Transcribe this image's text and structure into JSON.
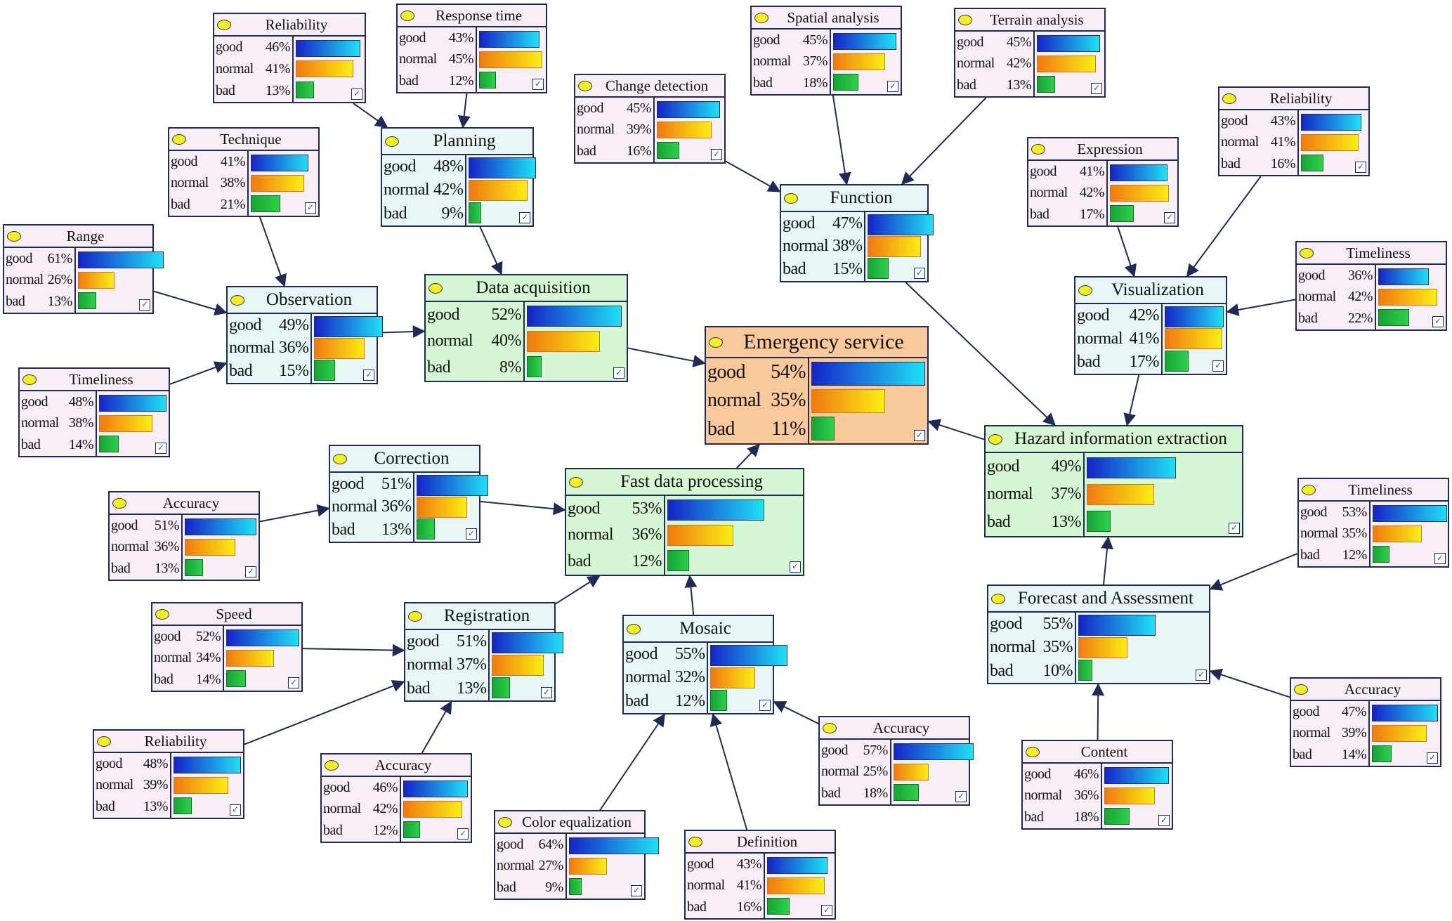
{
  "diagram": {
    "type": "bayesian-network",
    "state_labels": [
      "good",
      "normal",
      "bad"
    ],
    "colors": {
      "edge": "#1f2a55",
      "good_bar": "#1a6fe0",
      "normal_bar": "#f5b414",
      "bad_bar": "#20b83c",
      "root_fill": "#f9c89b",
      "level2_fill": "#d6f7d3",
      "level1_fill": "#e8f6f6",
      "leaf_fill": "#f8eef6"
    },
    "nodes": [
      {
        "id": "reliability-a",
        "title": "Reliability",
        "level": "leaf",
        "good": "46%",
        "normal": "41%",
        "bad": "13%",
        "p": [
          46,
          41,
          13
        ]
      },
      {
        "id": "response-time",
        "title": "Response time",
        "level": "leaf",
        "good": "43%",
        "normal": "45%",
        "bad": "12%",
        "p": [
          43,
          45,
          12
        ]
      },
      {
        "id": "technique",
        "title": "Technique",
        "level": "leaf",
        "good": "41%",
        "normal": "38%",
        "bad": "21%",
        "p": [
          41,
          38,
          21
        ]
      },
      {
        "id": "planning",
        "title": "Planning",
        "level": "level1",
        "good": "48%",
        "normal": "42%",
        "bad": "9%",
        "p": [
          48,
          42,
          9
        ]
      },
      {
        "id": "range",
        "title": "Range",
        "level": "leaf",
        "good": "61%",
        "normal": "26%",
        "bad": "13%",
        "p": [
          61,
          26,
          13
        ]
      },
      {
        "id": "observation",
        "title": "Observation",
        "level": "level1",
        "good": "49%",
        "normal": "36%",
        "bad": "15%",
        "p": [
          49,
          36,
          15
        ]
      },
      {
        "id": "timeliness-a",
        "title": "Timeliness",
        "level": "leaf",
        "good": "48%",
        "normal": "38%",
        "bad": "14%",
        "p": [
          48,
          38,
          14
        ]
      },
      {
        "id": "data-acquisition",
        "title": "Data acquisition",
        "level": "level2",
        "good": "52%",
        "normal": "40%",
        "bad": "8%",
        "p": [
          52,
          40,
          8
        ]
      },
      {
        "id": "change-detection",
        "title": "Change detection",
        "level": "leaf",
        "good": "45%",
        "normal": "39%",
        "bad": "16%",
        "p": [
          45,
          39,
          16
        ]
      },
      {
        "id": "spatial-analysis",
        "title": "Spatial analysis",
        "level": "leaf",
        "good": "45%",
        "normal": "37%",
        "bad": "18%",
        "p": [
          45,
          37,
          18
        ]
      },
      {
        "id": "terrain-analysis",
        "title": "Terrain analysis",
        "level": "leaf",
        "good": "45%",
        "normal": "42%",
        "bad": "13%",
        "p": [
          45,
          42,
          13
        ]
      },
      {
        "id": "function",
        "title": "Function",
        "level": "level1",
        "good": "47%",
        "normal": "38%",
        "bad": "15%",
        "p": [
          47,
          38,
          15
        ]
      },
      {
        "id": "expression",
        "title": "Expression",
        "level": "leaf",
        "good": "41%",
        "normal": "42%",
        "bad": "17%",
        "p": [
          41,
          42,
          17
        ]
      },
      {
        "id": "reliability-b",
        "title": "Reliability",
        "level": "leaf",
        "good": "43%",
        "normal": "41%",
        "bad": "16%",
        "p": [
          43,
          41,
          16
        ]
      },
      {
        "id": "timeliness-b",
        "title": "Timeliness",
        "level": "leaf",
        "good": "36%",
        "normal": "42%",
        "bad": "22%",
        "p": [
          36,
          42,
          22
        ]
      },
      {
        "id": "visualization",
        "title": "Visualization",
        "level": "level1",
        "good": "42%",
        "normal": "41%",
        "bad": "17%",
        "p": [
          42,
          41,
          17
        ]
      },
      {
        "id": "emergency-service",
        "title": "Emergency service",
        "level": "root",
        "good": "54%",
        "normal": "35%",
        "bad": "11%",
        "p": [
          54,
          35,
          11
        ]
      },
      {
        "id": "hazard-information-extraction",
        "title": "Hazard information extraction",
        "level": "level2",
        "good": "49%",
        "normal": "37%",
        "bad": "13%",
        "p": [
          49,
          37,
          13
        ]
      },
      {
        "id": "correction",
        "title": "Correction",
        "level": "level1",
        "good": "51%",
        "normal": "36%",
        "bad": "13%",
        "p": [
          51,
          36,
          13
        ]
      },
      {
        "id": "accuracy-a",
        "title": "Accuracy",
        "level": "leaf",
        "good": "51%",
        "normal": "36%",
        "bad": "13%",
        "p": [
          51,
          36,
          13
        ]
      },
      {
        "id": "fast-data-processing",
        "title": "Fast data processing",
        "level": "level2",
        "good": "53%",
        "normal": "36%",
        "bad": "12%",
        "p": [
          53,
          36,
          12
        ]
      },
      {
        "id": "timeliness-c",
        "title": "Timeliness",
        "level": "leaf",
        "good": "53%",
        "normal": "35%",
        "bad": "12%",
        "p": [
          53,
          35,
          12
        ]
      },
      {
        "id": "forecast-and-assessment",
        "title": "Forecast and Assessment",
        "level": "level1",
        "good": "55%",
        "normal": "35%",
        "bad": "10%",
        "p": [
          55,
          35,
          10
        ]
      },
      {
        "id": "speed",
        "title": "Speed",
        "level": "leaf",
        "good": "52%",
        "normal": "34%",
        "bad": "14%",
        "p": [
          52,
          34,
          14
        ]
      },
      {
        "id": "registration",
        "title": "Registration",
        "level": "level1",
        "good": "51%",
        "normal": "37%",
        "bad": "13%",
        "p": [
          51,
          37,
          13
        ]
      },
      {
        "id": "mosaic",
        "title": "Mosaic",
        "level": "level1",
        "good": "55%",
        "normal": "32%",
        "bad": "12%",
        "p": [
          55,
          32,
          12
        ]
      },
      {
        "id": "reliability-c",
        "title": "Reliability",
        "level": "leaf",
        "good": "48%",
        "normal": "39%",
        "bad": "13%",
        "p": [
          48,
          39,
          13
        ]
      },
      {
        "id": "accuracy-b",
        "title": "Accuracy",
        "level": "leaf",
        "good": "46%",
        "normal": "42%",
        "bad": "12%",
        "p": [
          46,
          42,
          12
        ]
      },
      {
        "id": "accuracy-c",
        "title": "Accuracy",
        "level": "leaf",
        "good": "57%",
        "normal": "25%",
        "bad": "18%",
        "p": [
          57,
          25,
          18
        ]
      },
      {
        "id": "accuracy-d",
        "title": "Accuracy",
        "level": "leaf",
        "good": "47%",
        "normal": "39%",
        "bad": "14%",
        "p": [
          47,
          39,
          14
        ]
      },
      {
        "id": "content",
        "title": "Content",
        "level": "leaf",
        "good": "46%",
        "normal": "36%",
        "bad": "18%",
        "p": [
          46,
          36,
          18
        ]
      },
      {
        "id": "color-equalization",
        "title": "Color equalization",
        "level": "leaf",
        "good": "64%",
        "normal": "27%",
        "bad": "9%",
        "p": [
          64,
          27,
          9
        ]
      },
      {
        "id": "definition",
        "title": "Definition",
        "level": "leaf",
        "good": "43%",
        "normal": "41%",
        "bad": "16%",
        "p": [
          43,
          41,
          16
        ]
      }
    ],
    "edges": [
      [
        "reliability-a",
        "planning"
      ],
      [
        "response-time",
        "planning"
      ],
      [
        "planning",
        "data-acquisition"
      ],
      [
        "technique",
        "observation"
      ],
      [
        "range",
        "observation"
      ],
      [
        "timeliness-a",
        "observation"
      ],
      [
        "observation",
        "data-acquisition"
      ],
      [
        "data-acquisition",
        "emergency-service"
      ],
      [
        "change-detection",
        "function"
      ],
      [
        "spatial-analysis",
        "function"
      ],
      [
        "terrain-analysis",
        "function"
      ],
      [
        "function",
        "hazard-information-extraction"
      ],
      [
        "expression",
        "visualization"
      ],
      [
        "reliability-b",
        "visualization"
      ],
      [
        "timeliness-b",
        "visualization"
      ],
      [
        "visualization",
        "hazard-information-extraction"
      ],
      [
        "hazard-information-extraction",
        "emergency-service"
      ],
      [
        "forecast-and-assessment",
        "hazard-information-extraction"
      ],
      [
        "timeliness-c",
        "forecast-and-assessment"
      ],
      [
        "accuracy-d",
        "forecast-and-assessment"
      ],
      [
        "content",
        "forecast-and-assessment"
      ],
      [
        "accuracy-a",
        "correction"
      ],
      [
        "correction",
        "fast-data-processing"
      ],
      [
        "speed",
        "registration"
      ],
      [
        "reliability-c",
        "registration"
      ],
      [
        "accuracy-b",
        "registration"
      ],
      [
        "registration",
        "fast-data-processing"
      ],
      [
        "mosaic",
        "fast-data-processing"
      ],
      [
        "color-equalization",
        "mosaic"
      ],
      [
        "definition",
        "mosaic"
      ],
      [
        "accuracy-c",
        "mosaic"
      ],
      [
        "fast-data-processing",
        "emergency-service"
      ]
    ]
  }
}
